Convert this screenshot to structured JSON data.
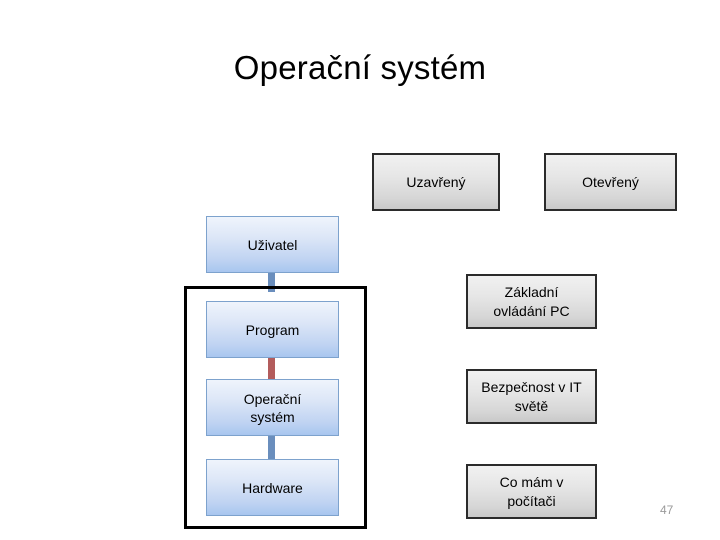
{
  "slide": {
    "title": "Operační systém",
    "page_number": "47",
    "background_color": "#ffffff"
  },
  "colors": {
    "blue_box_fill_top": "#eff4fc",
    "blue_box_fill_bottom": "#a8c6ef",
    "blue_box_border": "#7da2cd",
    "gray_box_fill_top": "#f1f1f1",
    "gray_box_fill_bottom": "#c9c9c9",
    "gray_box_border": "#2b2b2b",
    "outline_color": "#000000",
    "connector_blue": "#6a8ebd",
    "connector_red": "#b35c5c",
    "page_number_color": "#9a9a9a",
    "title_color": "#000000"
  },
  "diagram_data": {
    "type": "layered-block-diagram",
    "top_labels": [
      {
        "id": "uzavreny",
        "label": "Uzavřený"
      },
      {
        "id": "otevreny",
        "label": "Otevřený"
      }
    ],
    "stack": [
      {
        "id": "uzivatel",
        "label": "Uživatel"
      },
      {
        "id": "program",
        "label": "Program"
      },
      {
        "id": "operacni-system",
        "label": "Operační\nsystém"
      },
      {
        "id": "hardware",
        "label": "Hardware"
      }
    ],
    "topics": [
      {
        "id": "zakladni-ovladani-pc",
        "label": "Základní\novládání PC"
      },
      {
        "id": "bezpecnost-v-it-svete",
        "label": "Bezpečnost v IT\nsvětě"
      },
      {
        "id": "co-mam-v-pocitaci",
        "label": "Co mám v\npočítači"
      }
    ],
    "connectors": [
      {
        "id": "uzivatel-program",
        "color": "blue"
      },
      {
        "id": "program-operacni-system",
        "color": "red"
      },
      {
        "id": "operacni-system-hardware",
        "color": "blue"
      }
    ],
    "grouping_outline": {
      "id": "closed-system-outline",
      "contains": [
        "program",
        "operacni-system",
        "hardware"
      ]
    }
  }
}
